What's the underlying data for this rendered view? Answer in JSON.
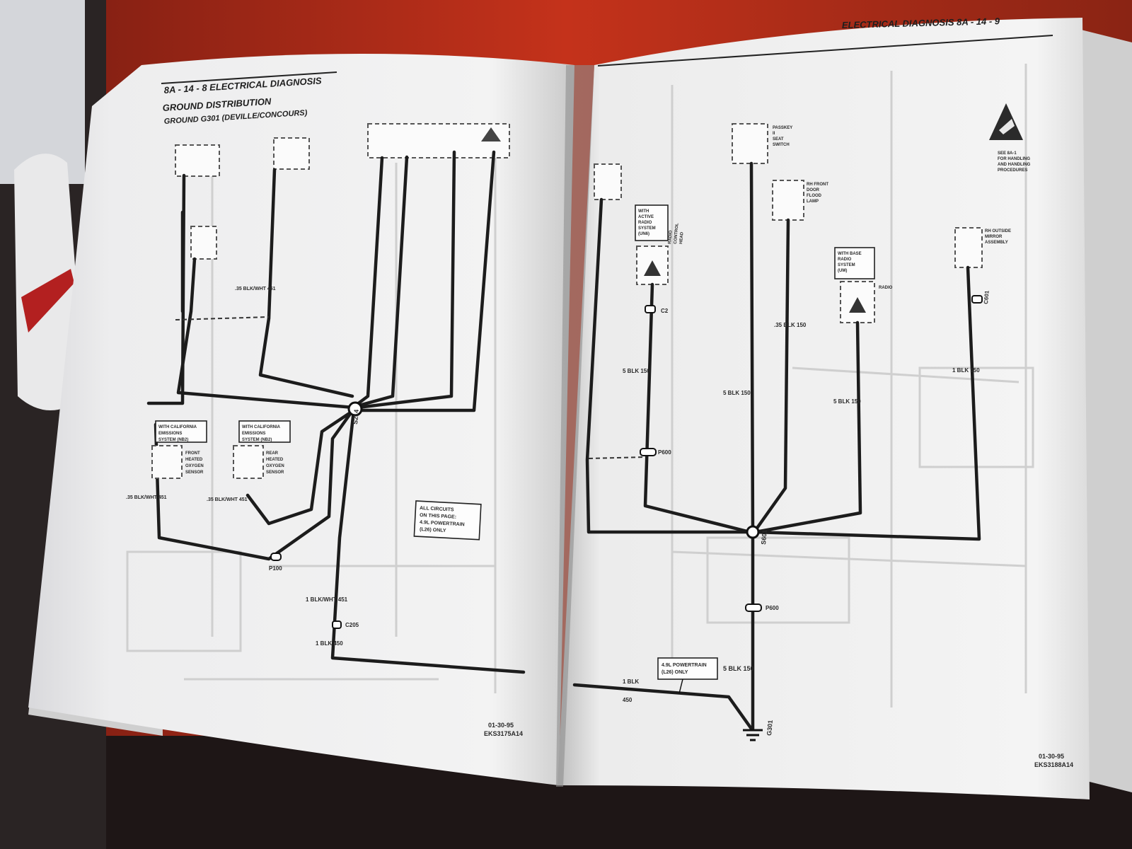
{
  "left_page": {
    "header": "8A - 14 - 8  ELECTRICAL DIAGNOSIS",
    "title": "GROUND DISTRIBUTION",
    "subtitle": "GROUND G301 (DEVILLE/CONCOURS)",
    "splice": "S214",
    "connectors": [
      "P100",
      "C205"
    ],
    "wire_labels": {
      "w451_upper": "1 BLK/WHT  451",
      "w450": "1 BLK       450",
      "w35_left": ".35 BLK/WHT  451",
      "w35_mid": ".35 BLK/WHT  451",
      "w35_top": ".35 BLK/WHT  451"
    },
    "note_box": [
      "ALL CIRCUITS",
      "ON THIS PAGE:",
      "4.9L POWERTRAIN",
      "(L26) ONLY"
    ],
    "sensor_notes": [
      [
        "WITH CALIFORNIA",
        "EMISSIONS",
        "SYSTEM (NB2)"
      ],
      [
        "WITH CALIFORNIA",
        "EMISSIONS",
        "SYSTEM (NB2)"
      ]
    ],
    "sensor_labels": [
      [
        "FRONT",
        "HEATED",
        "OXYGEN",
        "SENSOR"
      ],
      [
        "REAR",
        "HEATED",
        "OXYGEN",
        "SENSOR"
      ]
    ],
    "footer_date": "01-30-95",
    "footer_code": "EKS3175A14"
  },
  "right_page": {
    "header": "ELECTRICAL DIAGNOSIS  8A - 14 - 9",
    "splice": "S601",
    "ground": "G301",
    "connectors": [
      "P600",
      "P600",
      "C601",
      "C2"
    ],
    "wire_labels": {
      "w150_a": "5 BLK      150",
      "w150_b": "5 BLK      150",
      "w150_c": ".35 BLK  150",
      "w150_d": "5 BLK      150",
      "w150_e": "1 BLK      150",
      "w150_bottom": "5 BLK      150",
      "w450": "1 BLK",
      "w450_num": "450"
    },
    "note_box": [
      "4.9L POWERTRAIN",
      "(L26) ONLY"
    ],
    "esd_note": [
      "SEE 8A-1",
      "FOR HANDLING",
      "AND HANDLING",
      "PROCEDURES"
    ],
    "component_labels": {
      "passkey": [
        "PASSKEY",
        "II",
        "SEAT",
        "SWITCH"
      ],
      "rh_front_lamp": [
        "RH FRONT",
        "DOOR",
        "FLOOD",
        "LAMP"
      ],
      "rh_outside_mirror": [
        "RH OUTSIDE",
        "MIRROR",
        "ASSEMBLY"
      ],
      "radio_control": [
        "RADIO",
        "CONTROL",
        "HEAD"
      ],
      "radio": "RADIO"
    },
    "option_notes": [
      [
        "WITH",
        "ACTIVE",
        "RADIO",
        "SYSTEM",
        "(UN6)"
      ],
      [
        "WITH BASE",
        "RADIO",
        "SYSTEM",
        "(UM)"
      ]
    ],
    "footer_date": "01-30-95",
    "footer_code": "EKS3188A14"
  }
}
